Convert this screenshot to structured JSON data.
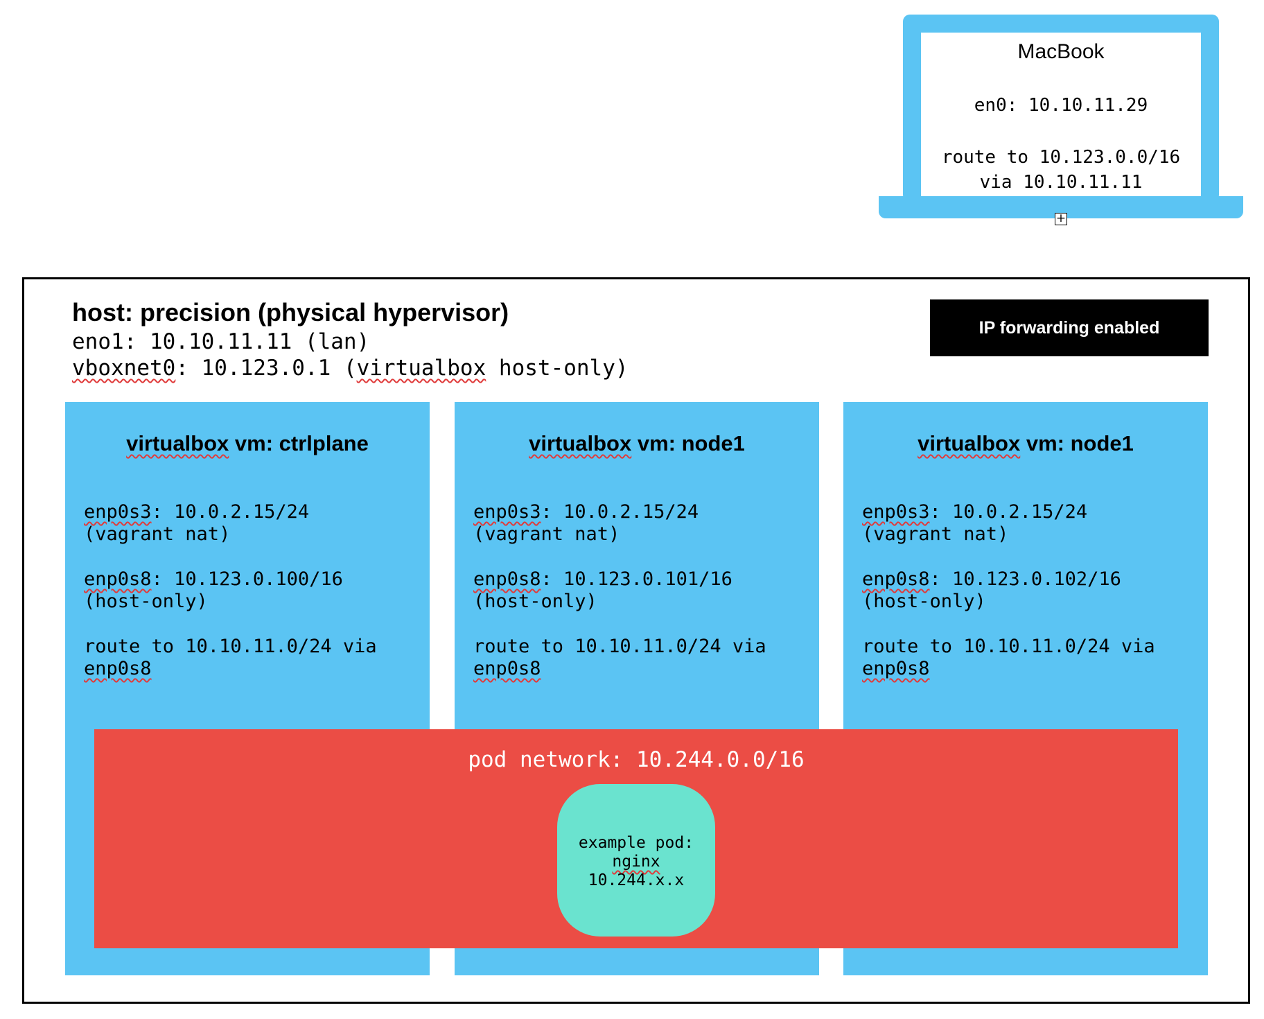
{
  "macbook": {
    "title": "MacBook",
    "en0": "en0: 10.10.11.29",
    "route_line1": "route to 10.123.0.0/16",
    "route_line2": "via 10.10.11.11",
    "expand_icon": "plus-box-icon"
  },
  "host": {
    "title": "host: precision (physical hypervisor)",
    "eno1": "eno1: 10.10.11.11 (lan)",
    "vboxnet_name": "vboxnet0",
    "vboxnet_mid": ": 10.123.0.1 (",
    "vboxnet_vb": "virtualbox",
    "vboxnet_end": " host-only)",
    "ip_forwarding": "IP forwarding enabled"
  },
  "vms": [
    {
      "title_vb": "virtualbox",
      "title_rest": " vm: ctrlplane",
      "nat_iface": "enp0s3",
      "nat_addr": ": 10.0.2.15/24",
      "nat_note": "(vagrant nat)",
      "host_iface": "enp0s8",
      "host_addr": ": 10.123.0.100/16",
      "host_note": "(host-only)",
      "route": "route to 10.10.11.0/24 via",
      "route_iface": "enp0s8"
    },
    {
      "title_vb": "virtualbox",
      "title_rest": " vm: node1",
      "nat_iface": "enp0s3",
      "nat_addr": ": 10.0.2.15/24",
      "nat_note": "(vagrant nat)",
      "host_iface": "enp0s8",
      "host_addr": ": 10.123.0.101/16",
      "host_note": "(host-only)",
      "route": "route to 10.10.11.0/24 via",
      "route_iface": "enp0s8"
    },
    {
      "title_vb": "virtualbox",
      "title_rest": " vm: node1",
      "nat_iface": "enp0s3",
      "nat_addr": ": 10.0.2.15/24",
      "nat_note": "(vagrant nat)",
      "host_iface": "enp0s8",
      "host_addr": ": 10.123.0.102/16",
      "host_note": "(host-only)",
      "route": "route to 10.10.11.0/24 via",
      "route_iface": "enp0s8"
    }
  ],
  "pod_network": {
    "title": "pod network: 10.244.0.0/16",
    "pod_line1": "example pod:",
    "pod_line2": "nginx",
    "pod_line3": "10.244.x.x"
  },
  "colors": {
    "vm_blue": "#5bc4f3",
    "pod_network_red": "#eb4d45",
    "pod_teal": "#6ae3cf"
  }
}
